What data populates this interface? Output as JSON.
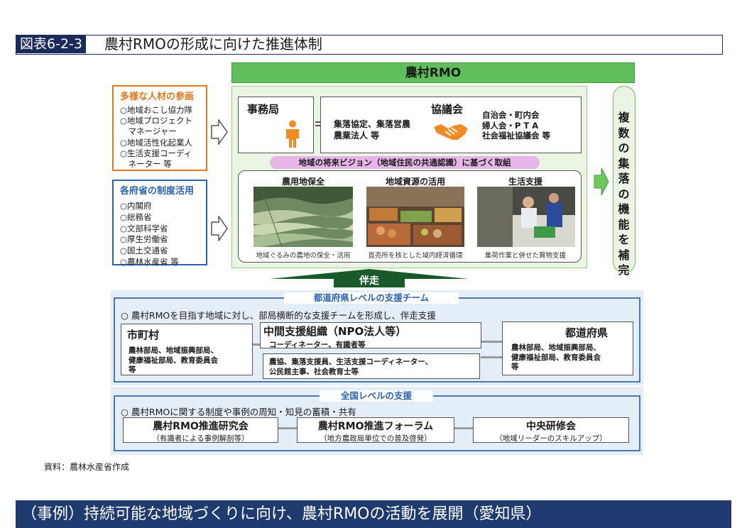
{
  "figure": {
    "number": "図表6-2-3",
    "title": "農村RMOの形成に向けた推進体制"
  },
  "rmo": {
    "title": "農村RMO",
    "jimukyoku": "事務局",
    "kyogikai": "協議会",
    "kyogikai_left": [
      "集落協定、集落営農",
      "農業法人 等"
    ],
    "kyogikai_right": [
      "自治会・町内会",
      "婦人会・P T A",
      "社会福祉協議会 等"
    ],
    "vision": "地域の将来ビジョン（地域住民の共通認識）に基づく取組",
    "activities": [
      {
        "heading": "農用地保全",
        "caption": "地域ぐるみの農地の保全・活用"
      },
      {
        "heading": "地域資源の活用",
        "caption": "直売所を核とした域内経済循環"
      },
      {
        "heading": "生活支援",
        "caption": "集荷作業と併せた買物支援"
      }
    ]
  },
  "left_boxes": [
    {
      "heading": "多様な人材の参画",
      "color": "#e0791e",
      "items": [
        "○地域おこし協力隊",
        "○地域プロジェクト",
        "　マネージャー",
        "○地域活性化起業人",
        "○生活支援コーディ",
        "　ネーター 等"
      ]
    },
    {
      "heading": "各府省の制度活用",
      "color": "#2a63b0",
      "items": [
        "○内閣府",
        "○総務省",
        "○文部科学省",
        "○厚生労働省",
        "○国土交通省",
        "○農林水産省 等"
      ]
    }
  ],
  "right_box": {
    "text": "複数の集落の機能を補完"
  },
  "banso": "伴走",
  "prefecture": {
    "pill": "都道府県レベルの支援チーム",
    "desc": "○ 農村RMOを目指す地域に対し、部局横断的な支援チームを形成し、伴走支援",
    "city": {
      "title": "市町村",
      "lines": [
        "農林部局、地域振興部局、",
        "健康福祉部局、教育委員会",
        "等"
      ]
    },
    "mid": {
      "title": "中間支援組織（NPO法人等）",
      "sub": "コーディネーター、有識者等"
    },
    "mid2": [
      "農協、集落支援員、生活支援コーディネーター、",
      "公民館主事、社会教育士等"
    ],
    "pref": {
      "title": "都道府県",
      "lines": [
        "農林部局、地域振興部局、",
        "健康福祉部局、教育委員会",
        "等"
      ]
    }
  },
  "national": {
    "pill": "全国レベルの支援",
    "desc": "○ 農村RMOに関する制度や事例の周知・知見の蓄積・共有",
    "items": [
      {
        "title": "農村RMO推進研究会",
        "sub": "（有識者による事例解剖等）"
      },
      {
        "title": "農村RMO推進フォーラム",
        "sub": "（地方農政局単位での普及啓発）"
      },
      {
        "title": "中央研修会",
        "sub": "（地域リーダーのスキルアップ）"
      }
    ]
  },
  "source": "資料：農林水産省作成",
  "banner": "（事例）持続可能な地域づくりに向け、農村RMOの活動を展開（愛知県）",
  "colors": {
    "green": "#5fbf5a",
    "orange": "#e0791e",
    "blue": "#2a63b0",
    "navy": "#1f3a6e"
  }
}
